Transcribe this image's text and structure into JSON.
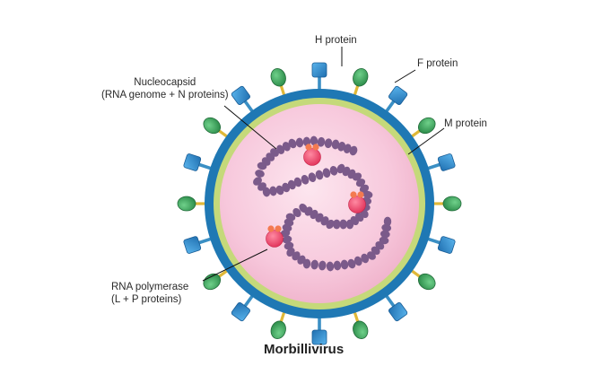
{
  "title": "Morbillivirus",
  "labels": {
    "h_protein": "H protein",
    "f_protein": "F protein",
    "m_protein": "M protein",
    "nucleocapsid_line1": "Nucleocapsid",
    "nucleocapsid_line2": "(RNA genome + N proteins)",
    "rna_polymerase_line1": "RNA polymerase",
    "rna_polymerase_line2": "(L + P proteins)"
  },
  "colors": {
    "envelope_outer": "#1f78b4",
    "matrix_layer": "#c5d97a",
    "interior": "#f7c8dc",
    "nucleocapsid_bead": "#7b5a8a",
    "h_protein": "#2f8fd0",
    "h_protein_stalk": "#3a8fc4",
    "f_protein": "#3aa35a",
    "f_protein_stalk": "#e0b838",
    "polymerase": "#ee4a6a",
    "polymerase_subunit": "#f47a50",
    "leader_line": "#111111"
  }
}
